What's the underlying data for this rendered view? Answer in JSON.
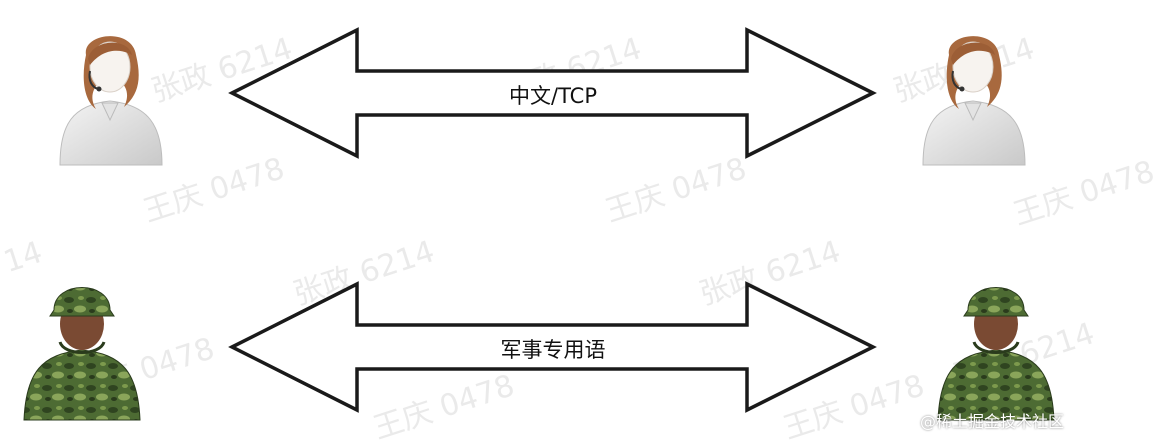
{
  "arrows": [
    {
      "label": "中文/TCP"
    },
    {
      "label": "军事专用语"
    }
  ],
  "watermarks": [
    "张政 6214",
    "王庆 0478",
    "张政 6214",
    "王庆 0478",
    "张政 6214",
    "张政 6214",
    "王庆 0478",
    "张政 6214",
    "王庆 0478",
    "张政 6214",
    "王庆 0478",
    "14",
    "王庆 0478"
  ],
  "credit": "@稀土掘金技术社区",
  "colors": {
    "arrow_stroke": "#1a1a1a",
    "arrow_fill": "#ffffff",
    "camo_dark": "#3d5a2b",
    "camo_light": "#6f8f48",
    "skin": "#7a4a33"
  },
  "icons": [
    "woman-headset-icon",
    "soldier-icon"
  ]
}
